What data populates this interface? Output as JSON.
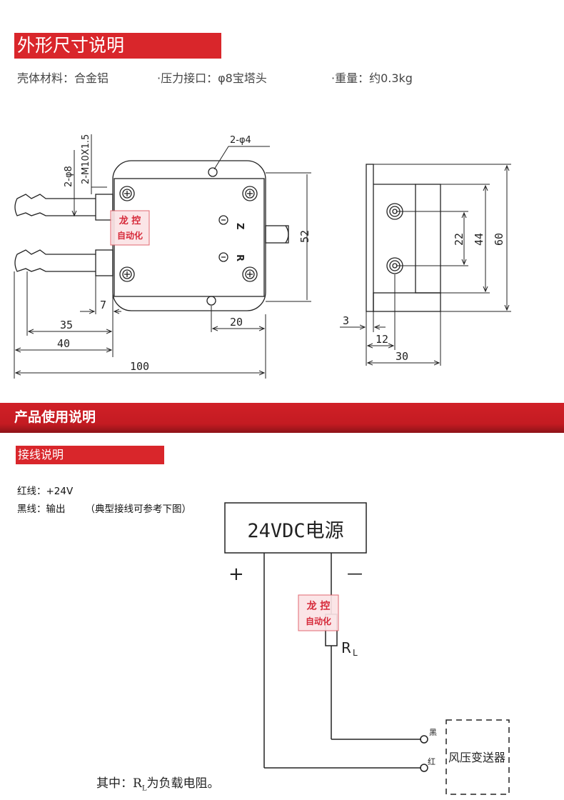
{
  "section1": {
    "title": "外形尺寸说明",
    "specs": {
      "material": "壳体材料：合金铝",
      "port": "·压力接口：φ8宝塔头",
      "weight": "·重量：约0.3kg"
    }
  },
  "drawing": {
    "labels": {
      "holes": "2-φ4",
      "thread": "2-M10X1.5",
      "tube": "2-φ8",
      "port_z": "Z",
      "port_r": "R"
    },
    "dimensions": {
      "d100": "100",
      "d40": "40",
      "d35": "35",
      "d7": "7",
      "d20": "20",
      "d52": "52",
      "d22": "22",
      "d44": "44",
      "d60": "60",
      "d3": "3",
      "d12": "12",
      "d30": "30"
    },
    "watermark": "龙控自动化"
  },
  "section2": {
    "title": "产品使用说明",
    "subtitle": "接线说明",
    "red_wire": "红线：+24V",
    "black_wire": "黑线：输出",
    "black_wire_note": "（典型接线可参考下图）"
  },
  "circuit": {
    "power_label": "24VDC电源",
    "plus": "+",
    "minus": "—",
    "rl_main": "R",
    "rl_sub": "L",
    "black_terminal": "黑",
    "red_terminal": "红",
    "device": "风压变送器",
    "note_prefix": "其中：R",
    "note_sub": "L",
    "note_suffix": "为负载电阻。"
  }
}
